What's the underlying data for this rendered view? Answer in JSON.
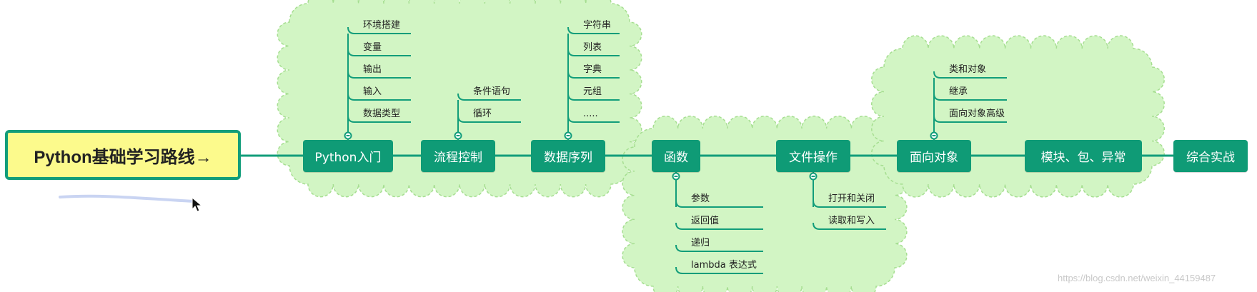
{
  "root": {
    "title": "Python基础学习路线→"
  },
  "nodes": [
    {
      "id": "python-intro",
      "label": "Python入门",
      "children": [
        "环境搭建",
        "变量",
        "输出",
        "输入",
        "数据类型"
      ]
    },
    {
      "id": "flow-control",
      "label": "流程控制",
      "children": [
        "条件语句",
        "循环"
      ]
    },
    {
      "id": "data-sequence",
      "label": "数据序列",
      "children": [
        "字符串",
        "列表",
        "字典",
        "元组",
        "....."
      ]
    },
    {
      "id": "function",
      "label": "函数",
      "children": [
        "参数",
        "返回值",
        "递归",
        "lambda 表达式"
      ]
    },
    {
      "id": "file-ops",
      "label": "文件操作",
      "children": [
        "打开和关闭",
        "读取和写入"
      ]
    },
    {
      "id": "oop",
      "label": "面向对象",
      "children": [
        "类和对象",
        "继承",
        "面向对象高级"
      ]
    },
    {
      "id": "modules",
      "label": "模块、包、异常",
      "children": []
    },
    {
      "id": "project",
      "label": "综合实战",
      "children": []
    }
  ],
  "watermark": "https://blog.csdn.net/weixin_44159487",
  "colors": {
    "node_fill": "#0f9b76",
    "line": "#129d7a",
    "root_fill": "#fcfa8c",
    "cloud_fill": "#d2f5c4",
    "cloud_stroke": "#a6de91"
  }
}
